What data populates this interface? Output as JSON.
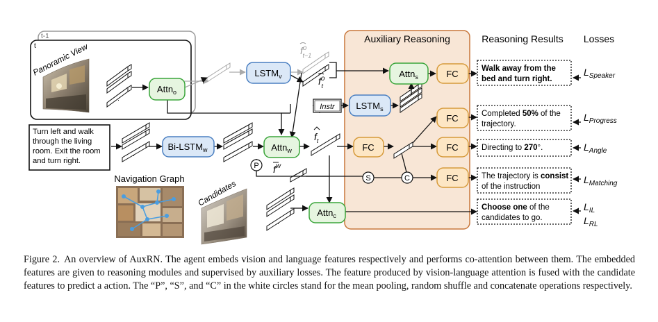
{
  "panel": {
    "title": "Auxiliary Reasoning",
    "results_header": "Reasoning Results",
    "losses_header": "Losses"
  },
  "inputs": {
    "frame_prev": "t-1",
    "frame_cur": "t",
    "panoramic_label": "Panoramic View",
    "instruction_lines": [
      "Turn left and walk",
      "through the living",
      "room. Exit the room",
      "and turn right."
    ],
    "nav_graph_label": "Navigation Graph",
    "candidates_label": "Candidates",
    "instr_box": "Instr"
  },
  "modules": {
    "attn_o": {
      "main": "Attn",
      "sub": "o"
    },
    "lstm_v": {
      "main": "LSTM",
      "sub": "v"
    },
    "attn_s": {
      "main": "Attn",
      "sub": "s"
    },
    "lstm_s": {
      "main": "LSTM",
      "sub": "s"
    },
    "bilstm_w": {
      "main": "Bi-LSTM",
      "sub": "w"
    },
    "attn_w": {
      "main": "Attn",
      "sub": "w"
    },
    "attn_c": {
      "main": "Attn",
      "sub": "c"
    },
    "fc": "FC"
  },
  "symbols": {
    "f_prev": {
      "main": "f",
      "sup": "o",
      "sub": "t−1"
    },
    "f_obs": {
      "main": "f",
      "sup": "o",
      "sub": "t"
    },
    "f_t": {
      "main": "f",
      "sub": "t"
    },
    "f_w": {
      "main": "f",
      "sup": "w"
    },
    "pool": "P",
    "shuffle": "S",
    "concat": "C"
  },
  "results": [
    {
      "id": "speaker",
      "parts": [
        {
          "t": "Walk away from the",
          "b": true
        },
        {
          "t": "bed and turn right.",
          "b": true,
          "br": true
        }
      ],
      "loss_main": "L",
      "loss_sub": "Speaker"
    },
    {
      "id": "progress",
      "parts": [
        {
          "t": "Completed ",
          "b": false
        },
        {
          "t": "50%",
          "b": true
        },
        {
          "t": " of the",
          "b": false
        },
        {
          "t": "trajectory.",
          "b": false,
          "br": true
        }
      ],
      "loss_main": "L",
      "loss_sub": "Progress"
    },
    {
      "id": "angle",
      "parts": [
        {
          "t": "Directing to ",
          "b": false
        },
        {
          "t": "270",
          "b": true
        },
        {
          "t": "°.",
          "b": false
        }
      ],
      "loss_main": "L",
      "loss_sub": "Angle"
    },
    {
      "id": "matching",
      "parts": [
        {
          "t": "The trajectory is ",
          "b": false
        },
        {
          "t": "consist",
          "b": true
        },
        {
          "t": "of the instruction",
          "b": false,
          "br": true
        }
      ],
      "loss_main": "L",
      "loss_sub": "Matching"
    },
    {
      "id": "action",
      "parts": [
        {
          "t": "Choose one",
          "b": true
        },
        {
          "t": " of the",
          "b": false
        },
        {
          "t": "candidates to go.",
          "b": false,
          "br": true
        }
      ],
      "loss_main": "L",
      "loss_sub": "IL",
      "loss2_main": "L",
      "loss2_sub": "RL"
    }
  ],
  "caption": {
    "label": "Figure 2.",
    "text": "An overview of AuxRN. The agent embeds vision and language features respectively and performs co-attention between them. The embedded features are given to reasoning modules and supervised by auxiliary losses. The feature produced by vision-language attention is fused with the candidate features to predict a action. The “P”, “S”, and “C” in the white circles stand for the mean pooling, random shuffle and concatenate operations respectively."
  },
  "colors": {
    "green_fill": "#e6f5e0",
    "green_stroke": "#3aa53a",
    "blue_fill": "#dbe8f7",
    "blue_stroke": "#4a7fc1",
    "orange_fill": "#fde6c4",
    "orange_stroke": "#d69a3a",
    "panel_fill": "#f8e6d6",
    "panel_stroke": "#c8763a"
  }
}
